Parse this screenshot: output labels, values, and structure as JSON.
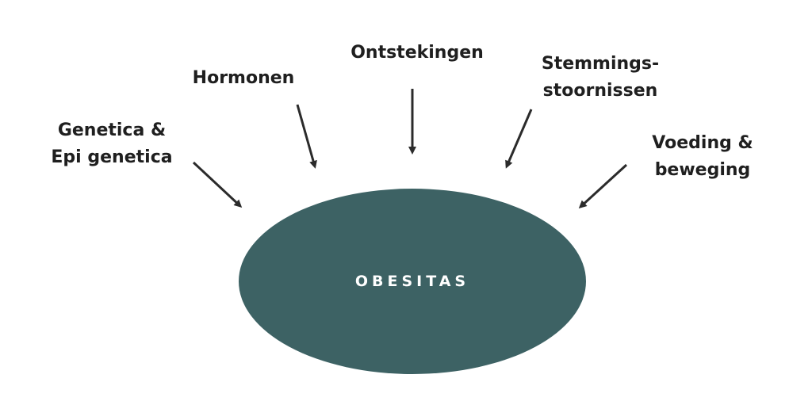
{
  "colors": {
    "ellipse_fill": "#3d6264",
    "arrow": "#2b2b2b",
    "text": "#1f1f1f",
    "center_text": "#ffffff"
  },
  "center": {
    "label": "OBESITAS"
  },
  "factors": {
    "genetica": {
      "line1": "Genetica &",
      "line2": "Epi genetica"
    },
    "hormonen": {
      "line1": "Hormonen"
    },
    "ontstekingen": {
      "line1": "Ontstekingen"
    },
    "stemming": {
      "line1": "Stemmings-",
      "line2": "stoornissen"
    },
    "voeding": {
      "line1": "Voeding &",
      "line2": "beweging"
    }
  },
  "icons": {
    "arrow": "arrow-icon"
  }
}
